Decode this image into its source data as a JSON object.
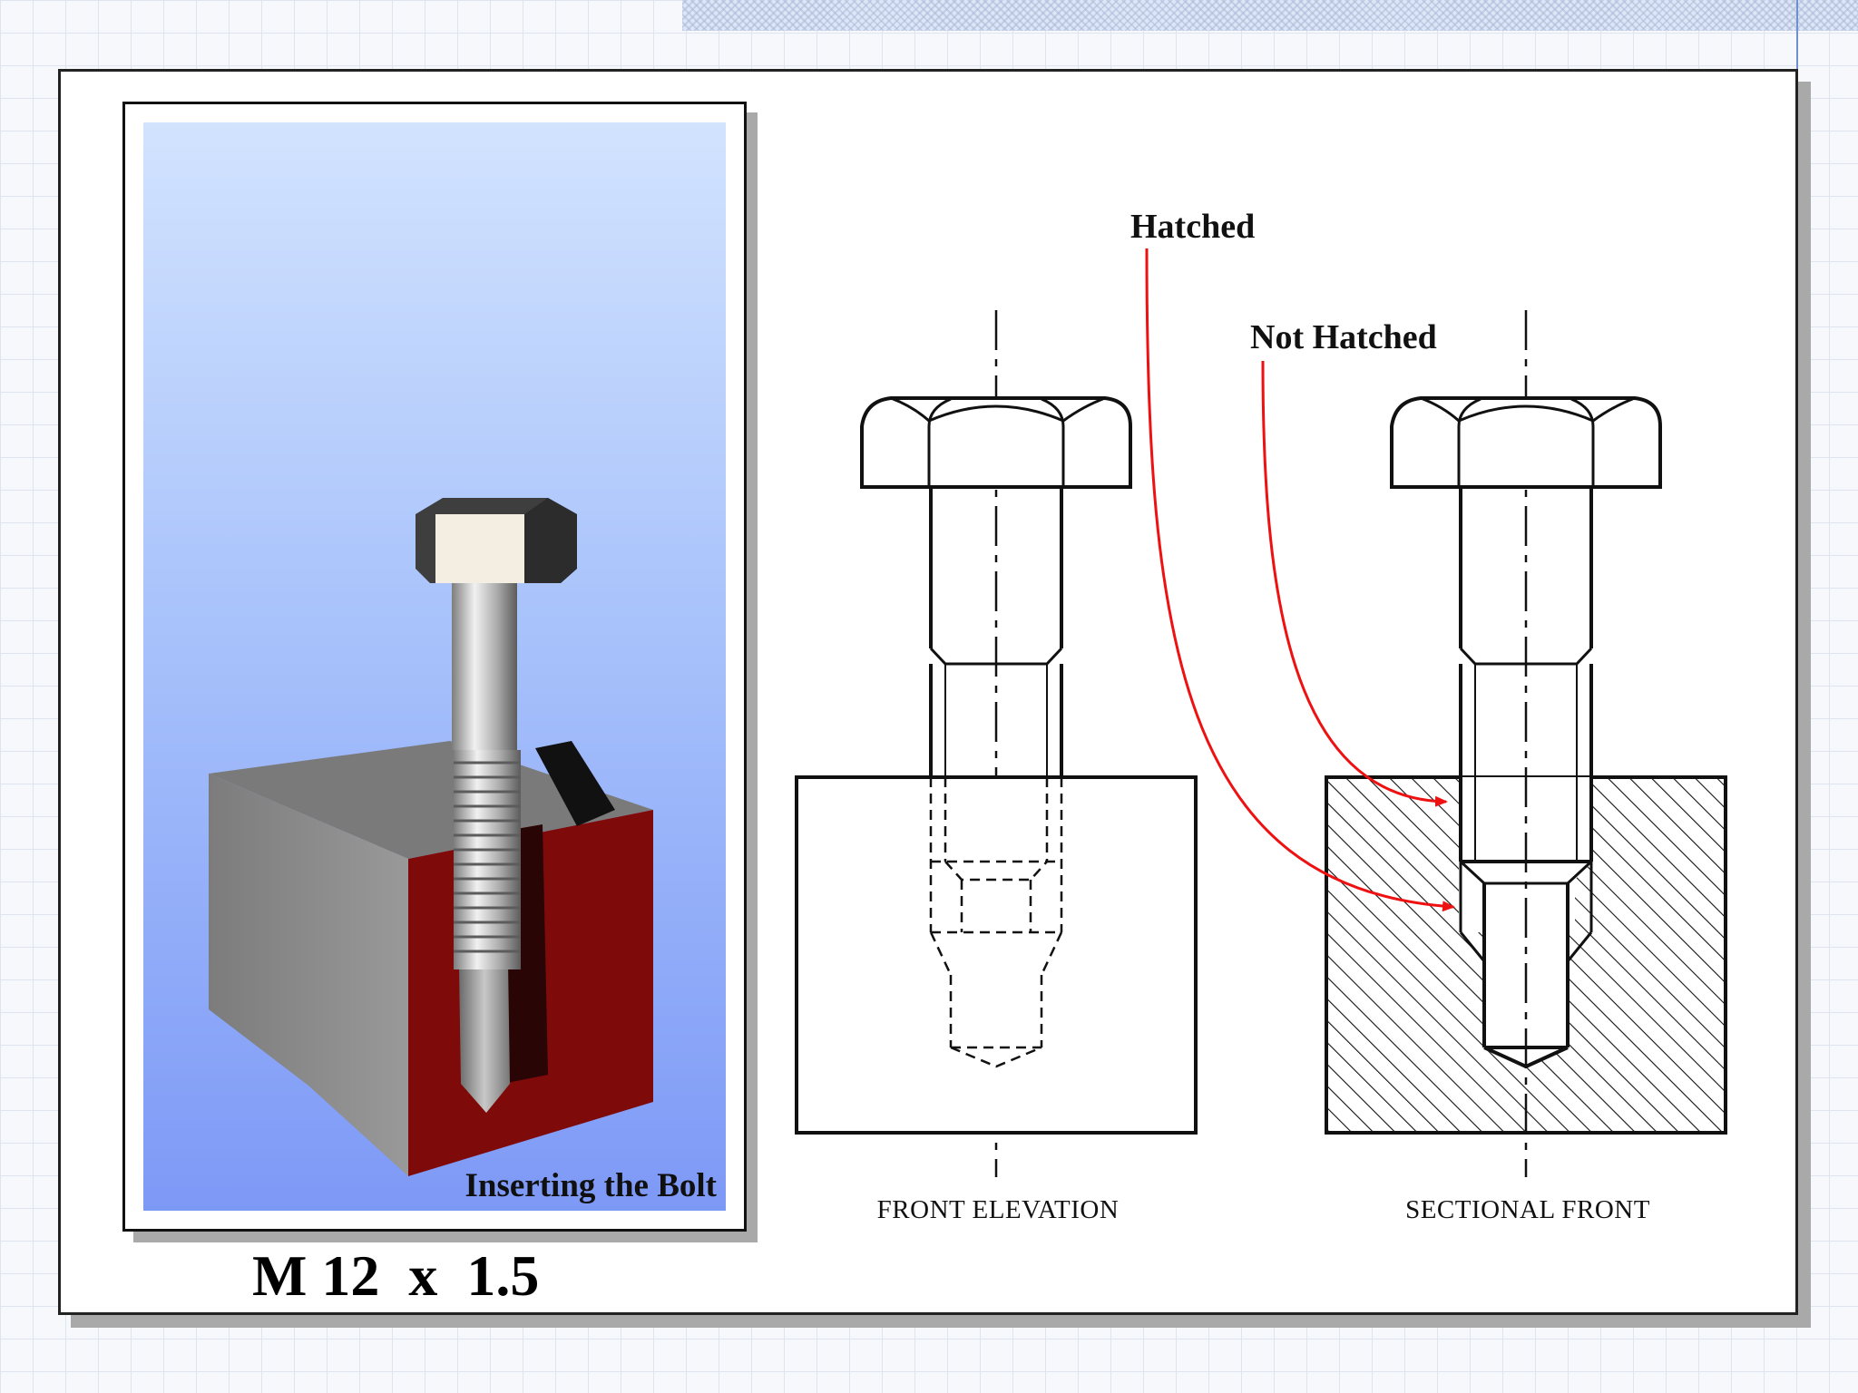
{
  "photo": {
    "caption": "Inserting the Bolt"
  },
  "spec_label": "M 12  x  1.5",
  "callouts": {
    "hatched": "Hatched",
    "not_hatched": "Not Hatched"
  },
  "views": {
    "front": "FRONT ELEVATION",
    "sectional": "SECTIONAL FRONT"
  },
  "colors": {
    "arrow": "#ee1111",
    "block_side": "#8c8c8c",
    "block_front": "#7f0a0a",
    "sky_top": "#d2e3fe",
    "sky_bottom": "#7d99f6"
  }
}
